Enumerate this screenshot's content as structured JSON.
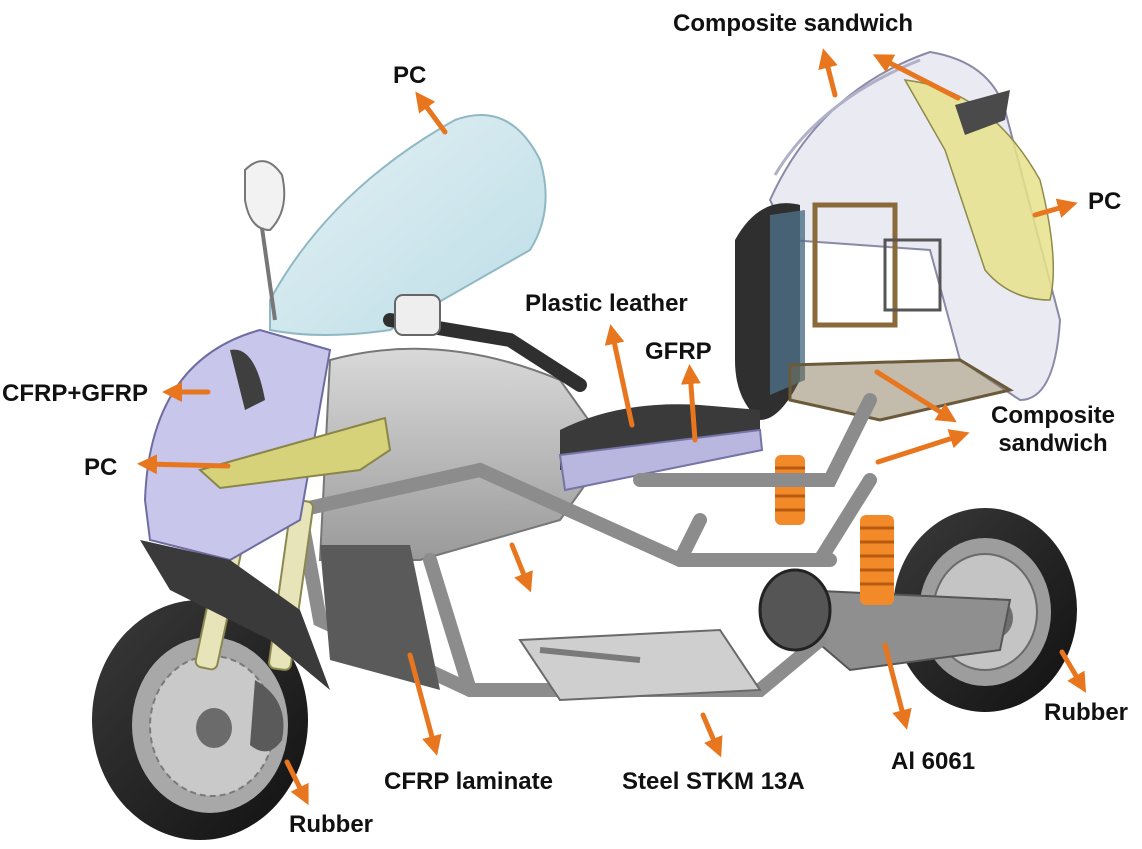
{
  "labels": {
    "pc_windshield": "PC",
    "composite_sandwich_top": "Composite sandwich",
    "pc_canopy": "PC",
    "plastic_leather": "Plastic leather",
    "gfrp": "GFRP",
    "cfrp_gfrp": "CFRP+GFRP",
    "pc_headlight": "PC",
    "composite_sandwich_mid_line1": "Composite",
    "composite_sandwich_mid_line2": "sandwich",
    "rubber_rear": "Rubber",
    "al_6061": "Al 6061",
    "steel_frame": "Steel STKM 13A",
    "cfrp_laminate": "CFRP laminate",
    "rubber_front": "Rubber"
  },
  "colors": {
    "arrow": "#e8761e",
    "spring": "#f28a2a",
    "windshield": "#cfe7ee",
    "canopy_shell": "#d8d8ec",
    "canopy_window": "#e6e28a",
    "fairing_purple": "#a9a7d6",
    "headlight_lens": "#d6d27a",
    "frame_tube": "#8c8c8c",
    "body_gray": "#b8b8b8",
    "dark_gray": "#4a4a4a",
    "tire": "#222222",
    "brake_disc": "#b0b0b0"
  }
}
